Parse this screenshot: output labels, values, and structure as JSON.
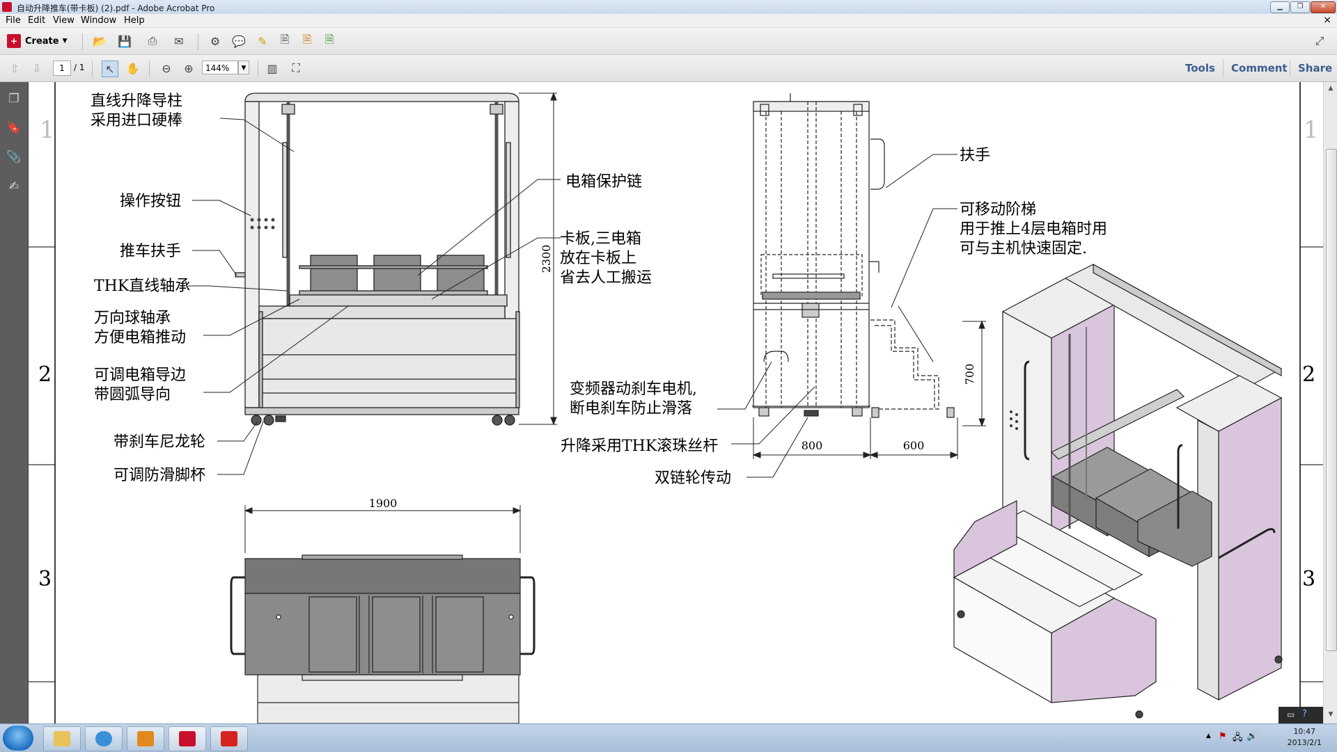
{
  "window": {
    "title": "自动升降推车(带卡板) (2).pdf - Adobe Acrobat Pro",
    "controls": [
      "▁",
      "❐",
      "✕"
    ]
  },
  "menu": {
    "items": [
      "File",
      "Edit",
      "View",
      "Window",
      "Help"
    ],
    "close_doc": "×"
  },
  "toolbar": {
    "create_label": "Create",
    "page_current": "1",
    "page_total": "/ 1",
    "zoom": "144%",
    "right_tabs": [
      "Tools",
      "Comment",
      "Share"
    ]
  },
  "drawing": {
    "front_labels": [
      "直线升降导柱",
      "采用进口硬棒",
      "操作按钮",
      "推车扶手",
      "THK直线轴承",
      "万向球轴承",
      "方便电箱推动",
      "可调电箱导边",
      "带圆弧导向",
      "带刹车尼龙轮",
      "可调防滑脚杯"
    ],
    "front_right_labels": [
      "电箱保护链",
      "卡板,三电箱",
      "放在卡板上",
      "省去人工搬运"
    ],
    "side_labels": [
      "扶手",
      "可移动阶梯",
      "用于推上4层电箱时用",
      "可与主机快速固定.",
      "变频器动刹车电机,",
      "断电刹车防止滑落",
      "升降采用THK滚珠丝杆",
      "双链轮传动"
    ],
    "dimensions": {
      "height": "2300",
      "step_height": "700",
      "side_width": "800",
      "step_width": "600",
      "top_width": "1900"
    },
    "zone_numbers": [
      "1",
      "2",
      "3"
    ]
  },
  "taskbar": {
    "time": "10:47",
    "date": "2013/2/1"
  },
  "colors": {
    "nav_pane": "#5d5d5d",
    "accent_tab": "#3a5e8c",
    "panel_purple": "#d9c5dc"
  }
}
